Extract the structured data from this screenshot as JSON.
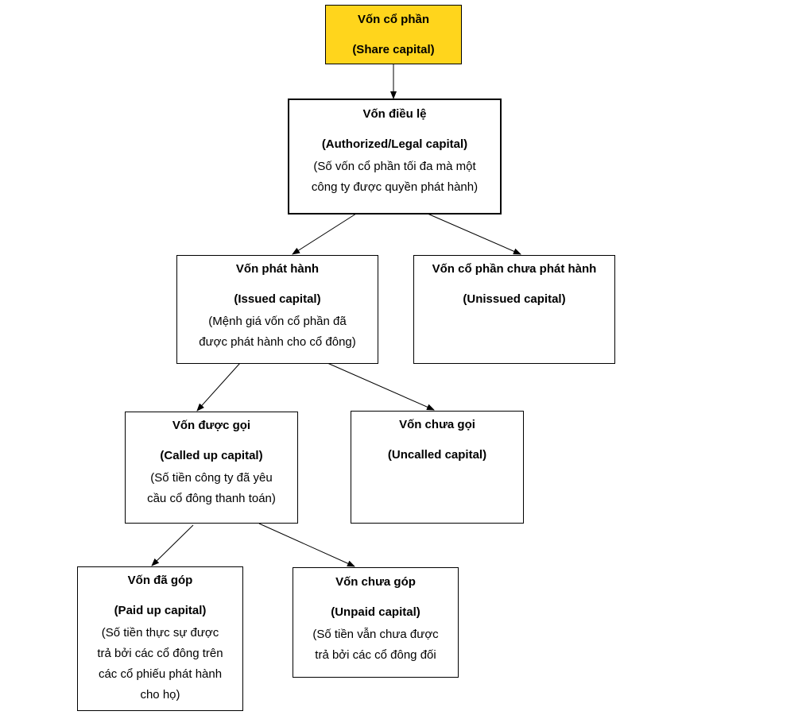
{
  "colors": {
    "root_fill": "#ffd51c",
    "box_fill": "#ffffff",
    "line": "#000000"
  },
  "nodes": {
    "share_capital": {
      "title": "Vốn cổ phần",
      "subtitle": "(Share capital)"
    },
    "authorized_capital": {
      "title": "Vốn điều lệ",
      "subtitle": "(Authorized/Legal capital)",
      "description": [
        "(Số vốn cổ phần tối đa mà một",
        "công ty được quyền phát hành)"
      ]
    },
    "issued_capital": {
      "title": "Vốn phát hành",
      "subtitle": "(Issued capital)",
      "description": [
        "(Mệnh giá vốn cổ phần đã",
        "được phát hành cho cổ đông)"
      ]
    },
    "unissued_capital": {
      "title": "Vốn cổ phần chưa phát hành",
      "subtitle": "(Unissued capital)"
    },
    "called_up_capital": {
      "title": "Vốn được gọi",
      "subtitle": "(Called up capital)",
      "description": [
        "(Số tiền công ty đã yêu",
        "cầu cổ đông thanh toán)"
      ]
    },
    "uncalled_capital": {
      "title": "Vốn chưa gọi",
      "subtitle": "(Uncalled capital)"
    },
    "paid_up_capital": {
      "title": "Vốn đã góp",
      "subtitle": "(Paid up capital)",
      "description": [
        "(Số tiền thực sự được",
        "trả bởi các cổ đông trên",
        "các cổ phiếu phát hành",
        "cho họ)"
      ]
    },
    "unpaid_capital": {
      "title": "Vốn chưa góp",
      "subtitle": "(Unpaid capital)",
      "description": [
        "(Số tiền vẫn chưa được",
        "trả bởi các cổ đông đối"
      ]
    }
  },
  "edges": [
    {
      "from": "share_capital",
      "to": "authorized_capital"
    },
    {
      "from": "authorized_capital",
      "to": "issued_capital"
    },
    {
      "from": "authorized_capital",
      "to": "unissued_capital"
    },
    {
      "from": "issued_capital",
      "to": "called_up_capital"
    },
    {
      "from": "issued_capital",
      "to": "uncalled_capital"
    },
    {
      "from": "called_up_capital",
      "to": "paid_up_capital"
    },
    {
      "from": "called_up_capital",
      "to": "unpaid_capital"
    }
  ]
}
